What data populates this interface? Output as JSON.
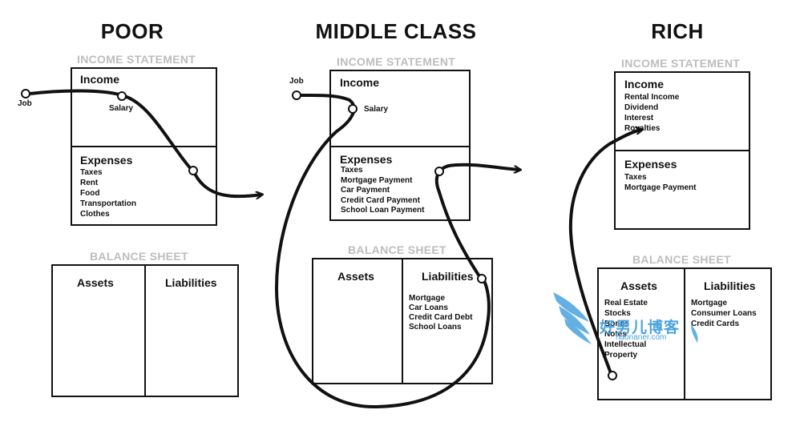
{
  "poor": {
    "title": "POOR",
    "income_statement_label": "INCOME STATEMENT",
    "income_heading": "Income",
    "income_item": "Salary",
    "job_label": "Job",
    "expenses_heading": "Expenses",
    "expenses": [
      "Taxes",
      "Rent",
      "Food",
      "Transportation",
      "Clothes"
    ],
    "balance_sheet_label": "BALANCE SHEET",
    "assets_heading": "Assets",
    "liabilities_heading": "Liabilities"
  },
  "middle": {
    "title": "MIDDLE CLASS",
    "income_statement_label": "INCOME STATEMENT",
    "income_heading": "Income",
    "income_item": "Salary",
    "job_label": "Job",
    "expenses_heading": "Expenses",
    "expenses": [
      "Taxes",
      "Mortgage Payment",
      "Car Payment",
      "Credit Card Payment",
      "School Loan Payment"
    ],
    "balance_sheet_label": "BALANCE SHEET",
    "assets_heading": "Assets",
    "liabilities_heading": "Liabilities",
    "liabilities": [
      "Mortgage",
      "Car Loans",
      "Credit Card Debt",
      "School Loans"
    ]
  },
  "rich": {
    "title": "RICH",
    "income_statement_label": "INCOME STATEMENT",
    "income_heading": "Income",
    "income_items": [
      "Rental Income",
      "Dividend",
      "Interest",
      "Royalties"
    ],
    "expenses_heading": "Expenses",
    "expenses": [
      "Taxes",
      "Mortgage Payment"
    ],
    "balance_sheet_label": "BALANCE SHEET",
    "assets_heading": "Assets",
    "assets": [
      "Real Estate",
      "Stocks",
      "Bonds",
      "Notes",
      "Intellectual",
      "Property"
    ],
    "liabilities_heading": "Liabilities",
    "liabilities": [
      "Mortgage",
      "Consumer Loans",
      "Credit Cards"
    ]
  },
  "watermark": {
    "text": "好男儿博客",
    "sub": "haonaner.com"
  },
  "colors": {
    "ink": "#111111",
    "section_gray": "#bdbdbd",
    "watermark_blue": "#4aa3de"
  }
}
